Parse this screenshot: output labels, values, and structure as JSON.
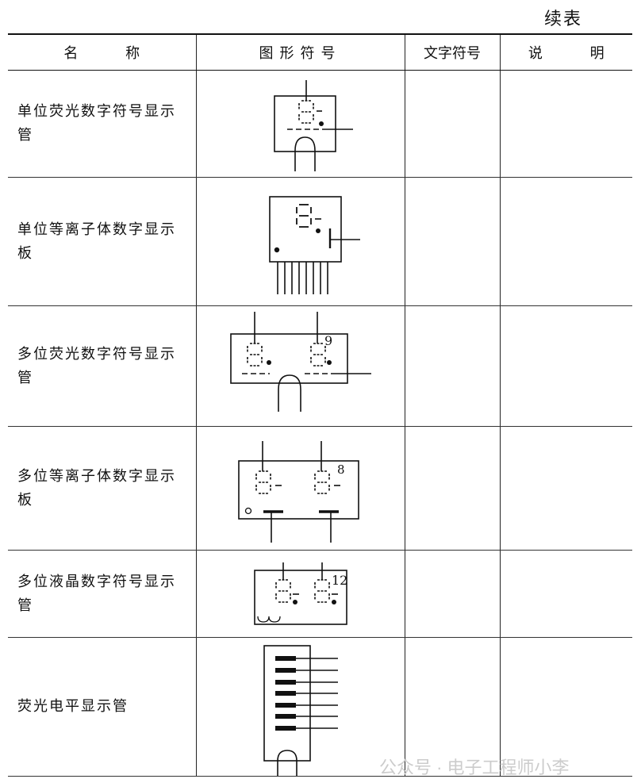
{
  "continued_label": "续表",
  "table": {
    "headers": [
      "名 称",
      "图形符号",
      "文字符号",
      "说 明"
    ],
    "rows": [
      {
        "name": "单位荧光数字符号显示管",
        "symbol_icon": "single-digit-fluorescent-display-tube-symbol",
        "letter": "",
        "note": ""
      },
      {
        "name": "单位等离子体数字显示板",
        "symbol_icon": "single-digit-plasma-display-panel-symbol",
        "letter": "",
        "note": ""
      },
      {
        "name": "多位荧光数字符号显示管",
        "symbol_icon": "multi-digit-fluorescent-display-tube-symbol",
        "letter": "",
        "note": "",
        "digit_count": "9"
      },
      {
        "name": "多位等离子体数字显示板",
        "symbol_icon": "multi-digit-plasma-display-panel-symbol",
        "letter": "",
        "note": "",
        "digit_count": "8"
      },
      {
        "name": "多位液晶数字符号显示管",
        "symbol_icon": "multi-digit-liquid-crystal-display-tube-symbol",
        "letter": "",
        "note": "",
        "digit_count": "12"
      },
      {
        "name": "荧光电平显示管",
        "symbol_icon": "fluorescent-level-display-tube-symbol",
        "letter": "",
        "note": ""
      }
    ]
  },
  "watermark": "公众号 · 电子工程师小李"
}
